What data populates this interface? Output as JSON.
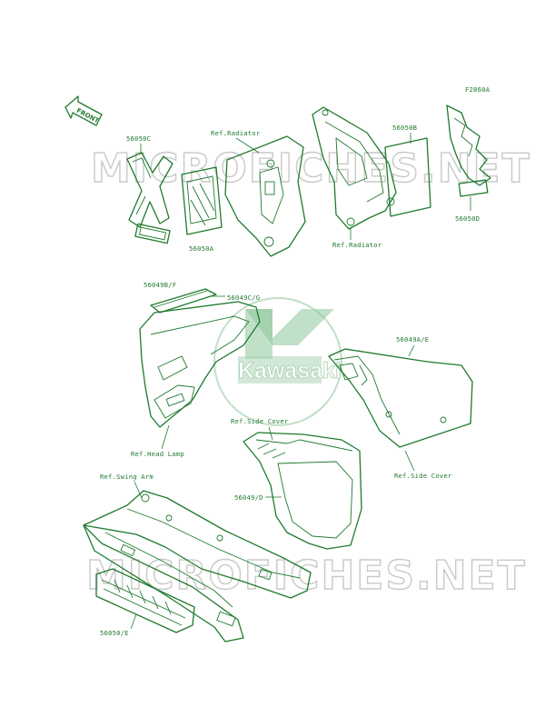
{
  "diagram_code": "F2860A",
  "front_label": "FRONT",
  "watermark": "MICROFICHES.NET",
  "logo_text": "Kawasaki",
  "labels": {
    "p56050C": "56050C",
    "ref_radiator_top": "Ref.Radiator",
    "p56050B": "56050B",
    "p56050A": "56050A",
    "ref_radiator_bottom": "Ref.Radiator",
    "p56050D": "56050D",
    "p56049B": "56049B/F",
    "p56049C": "56049C/G",
    "p56049A": "56049A/E",
    "ref_head_lamp": "Ref.Head Lamp",
    "ref_side_cover_top": "Ref.Side Cover",
    "ref_side_cover_right": "Ref.Side Cover",
    "p56049D": "56049/D",
    "ref_swing_arm": "Ref.Swing Arm",
    "p56050E": "56050/E"
  },
  "colors": {
    "line": "#1f7a2e",
    "watermark": "#c9c9c9",
    "logo": "#8cc69a"
  }
}
